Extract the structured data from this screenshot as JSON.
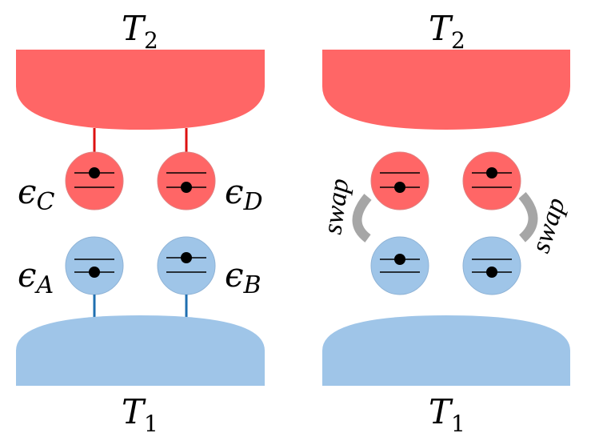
{
  "colors": {
    "hot": "#ff6666",
    "cold": "#9fc5e8",
    "hot_stroke": "#e08080",
    "cold_stroke": "#8fb3d6",
    "hot_coupling": "#dd1111",
    "cold_coupling": "#1f6fb0",
    "swap_arc": "#a6a6a6",
    "level_line": "#000000",
    "electron": "#000000"
  },
  "left_panel": {
    "top_reservoir": {
      "symbol": "T",
      "subscript": "2"
    },
    "bottom_reservoir": {
      "symbol": "T",
      "subscript": "1"
    },
    "dots": {
      "C": {
        "symbol": "ϵ",
        "subscript": "C"
      },
      "D": {
        "symbol": "ϵ",
        "subscript": "D"
      },
      "A": {
        "symbol": "ϵ",
        "subscript": "A"
      },
      "B": {
        "symbol": "ϵ",
        "subscript": "B"
      }
    }
  },
  "right_panel": {
    "top_reservoir": {
      "symbol": "T",
      "subscript": "2"
    },
    "bottom_reservoir": {
      "symbol": "T",
      "subscript": "1"
    },
    "swap_left": "swap",
    "swap_right": "swap"
  }
}
